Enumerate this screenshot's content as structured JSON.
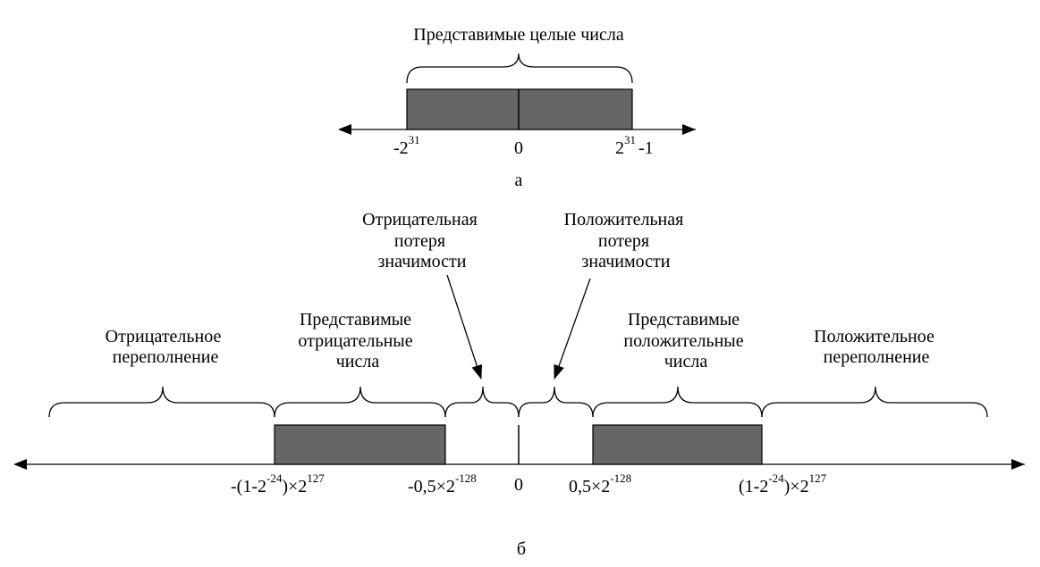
{
  "diagram_a": {
    "title": "Представимые целые числа",
    "caption": "а",
    "ticks": {
      "neg": {
        "base": "-2",
        "exp": "31"
      },
      "zero": "0",
      "pos": {
        "base": "2",
        "exp": "31",
        "tail": "-1"
      }
    }
  },
  "diagram_b": {
    "caption": "б",
    "labels": {
      "neg_overflow": [
        "Отрицательное",
        "переполнение"
      ],
      "neg_repr": [
        "Представимые",
        "отрицательные",
        "числа"
      ],
      "neg_underflow": [
        "Отрицательная",
        "потеря",
        "значимости"
      ],
      "pos_underflow": [
        "Положительная",
        "потеря",
        "значимости"
      ],
      "pos_repr": [
        "Представимые",
        "положительные",
        "числа"
      ],
      "pos_overflow": [
        "Положительное",
        "переполнение"
      ]
    },
    "ticks": {
      "neg_max": {
        "p1": "-(1-2",
        "e1": "-24",
        "p2": ")×2",
        "e2": "127"
      },
      "neg_min": {
        "p1": "-0,5×2",
        "e1": "-128"
      },
      "zero": "0",
      "pos_min": {
        "p1": "0,5×2",
        "e1": "-128"
      },
      "pos_max": {
        "p1": "(1-2",
        "e1": "-24",
        "p2": ")×2",
        "e2": "127"
      }
    }
  },
  "colors": {
    "bar_fill": "#666666",
    "line": "#000000"
  }
}
